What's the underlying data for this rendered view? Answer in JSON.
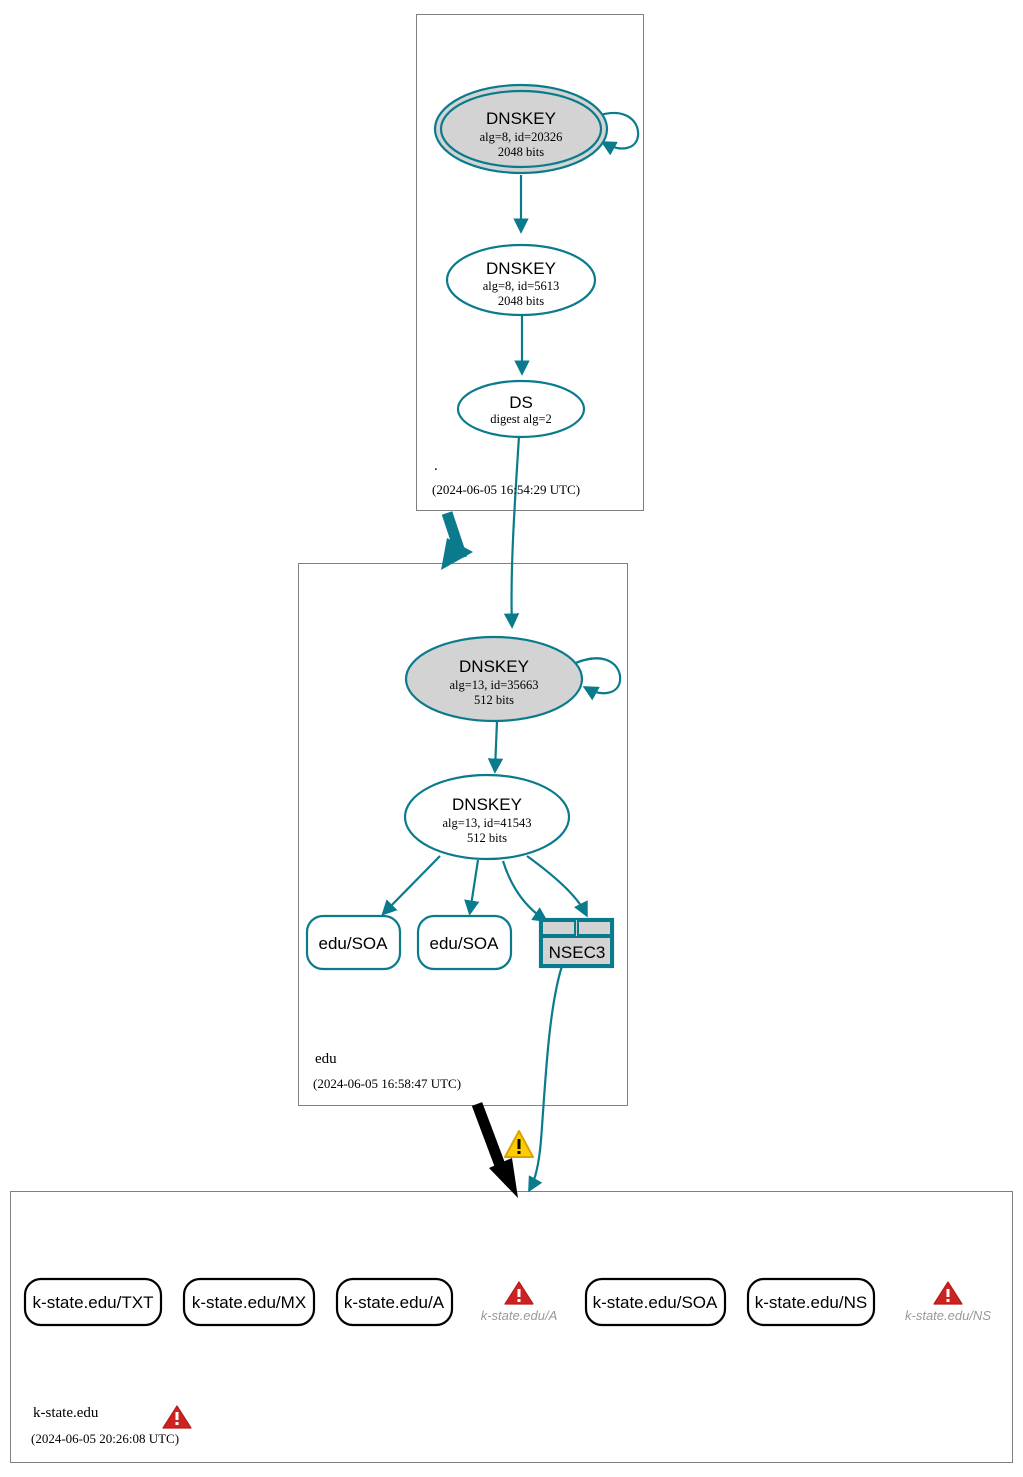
{
  "diagram": {
    "type": "dnssec-authentication-chain",
    "zones": [
      {
        "id": "root",
        "name": ".",
        "timestamp": "(2024-06-05 16:54:29 UTC)",
        "nodes": [
          {
            "id": "root-ksk",
            "kind": "DNSKEY",
            "shape": "doubleellipse",
            "title": "DNSKEY",
            "line2": "alg=8, id=20326",
            "line3": "2048 bits",
            "fill": "#d3d3d3",
            "stroke": "#0a7b8c",
            "self_signed": true
          },
          {
            "id": "root-zsk",
            "kind": "DNSKEY",
            "shape": "ellipse",
            "title": "DNSKEY",
            "line2": "alg=8, id=5613",
            "line3": "2048 bits",
            "fill": "#ffffff",
            "stroke": "#0a7b8c",
            "self_signed": false
          },
          {
            "id": "root-ds",
            "kind": "DS",
            "shape": "ellipse",
            "title": "DS",
            "line2": "digest alg=2",
            "line3": "",
            "fill": "#ffffff",
            "stroke": "#0a7b8c",
            "self_signed": false
          }
        ]
      },
      {
        "id": "edu",
        "name": "edu",
        "timestamp": "(2024-06-05 16:58:47 UTC)",
        "nodes": [
          {
            "id": "edu-ksk",
            "kind": "DNSKEY",
            "shape": "ellipse",
            "title": "DNSKEY",
            "line2": "alg=13, id=35663",
            "line3": "512 bits",
            "fill": "#d3d3d3",
            "stroke": "#0a7b8c",
            "self_signed": true
          },
          {
            "id": "edu-zsk",
            "kind": "DNSKEY",
            "shape": "ellipse",
            "title": "DNSKEY",
            "line2": "alg=13, id=41543",
            "line3": "512 bits",
            "fill": "#ffffff",
            "stroke": "#0a7b8c",
            "self_signed": false
          },
          {
            "id": "edu-soa-1",
            "kind": "RRset",
            "shape": "rounded-rect",
            "title": "edu/SOA",
            "stroke": "#0a7b8c"
          },
          {
            "id": "edu-soa-2",
            "kind": "RRset",
            "shape": "rounded-rect",
            "title": "edu/SOA",
            "stroke": "#0a7b8c"
          },
          {
            "id": "edu-nsec3",
            "kind": "NSEC3",
            "shape": "table",
            "title": "NSEC3",
            "fill": "#d3d3d3",
            "stroke": "#0a7b8c"
          }
        ]
      },
      {
        "id": "k-state-edu",
        "name": "k-state.edu",
        "timestamp": "(2024-06-05 20:26:08 UTC)",
        "status": "error",
        "nodes": [
          {
            "id": "ks-txt",
            "kind": "RRset",
            "shape": "rounded-rect",
            "title": "k-state.edu/TXT",
            "stroke": "#000000"
          },
          {
            "id": "ks-mx",
            "kind": "RRset",
            "shape": "rounded-rect",
            "title": "k-state.edu/MX",
            "stroke": "#000000"
          },
          {
            "id": "ks-a",
            "kind": "RRset",
            "shape": "rounded-rect",
            "title": "k-state.edu/A",
            "stroke": "#000000"
          },
          {
            "id": "ks-a-error",
            "kind": "error",
            "title": "k-state.edu/A",
            "icon": "error-triangle-icon"
          },
          {
            "id": "ks-soa",
            "kind": "RRset",
            "shape": "rounded-rect",
            "title": "k-state.edu/SOA",
            "stroke": "#000000"
          },
          {
            "id": "ks-ns",
            "kind": "RRset",
            "shape": "rounded-rect",
            "title": "k-state.edu/NS",
            "stroke": "#000000"
          },
          {
            "id": "ks-ns-error",
            "kind": "error",
            "title": "k-state.edu/NS",
            "icon": "error-triangle-icon"
          }
        ]
      }
    ],
    "edges": [
      {
        "from": "root-ksk",
        "to": "root-ksk",
        "style": "self-loop",
        "color": "#0a7b8c"
      },
      {
        "from": "root-ksk",
        "to": "root-zsk",
        "style": "signs",
        "color": "#0a7b8c"
      },
      {
        "from": "root-zsk",
        "to": "root-ds",
        "style": "signs",
        "color": "#0a7b8c"
      },
      {
        "from": "root-ds",
        "to": "edu-ksk",
        "style": "delegation-secure",
        "color": "#0a7b8c"
      },
      {
        "from": "root",
        "to": "edu",
        "style": "delegation-thick-secure",
        "color": "#0a7b8c"
      },
      {
        "from": "edu-ksk",
        "to": "edu-ksk",
        "style": "self-loop",
        "color": "#0a7b8c"
      },
      {
        "from": "edu-ksk",
        "to": "edu-zsk",
        "style": "signs",
        "color": "#0a7b8c"
      },
      {
        "from": "edu-zsk",
        "to": "edu-soa-1",
        "style": "signs",
        "color": "#0a7b8c"
      },
      {
        "from": "edu-zsk",
        "to": "edu-soa-2",
        "style": "signs",
        "color": "#0a7b8c"
      },
      {
        "from": "edu-zsk",
        "to": "edu-nsec3",
        "style": "signs",
        "color": "#0a7b8c"
      },
      {
        "from": "edu-nsec3",
        "to": "k-state-edu",
        "style": "proves-nonexistence",
        "color": "#0a7b8c"
      },
      {
        "from": "edu",
        "to": "k-state-edu",
        "style": "delegation-thick-insecure",
        "color": "#000000",
        "warning": true
      }
    ],
    "warnings": [
      {
        "id": "delegation-warning",
        "icon": "warning-triangle-icon",
        "color": "#ffcc00",
        "near": "edu-to-k-state-delegation"
      }
    ],
    "errors": [
      {
        "id": "zone-error",
        "icon": "error-triangle-icon",
        "color": "#cc2222",
        "near": "k-state.edu"
      }
    ],
    "colors": {
      "secure": "#0a7b8c",
      "insecure": "#000000",
      "node_fill_ksk": "#d3d3d3",
      "node_fill_zsk": "#ffffff",
      "zone_border": "#808080",
      "warning": "#ffcc00",
      "error": "#cc2222",
      "error_text": "#999999"
    }
  }
}
